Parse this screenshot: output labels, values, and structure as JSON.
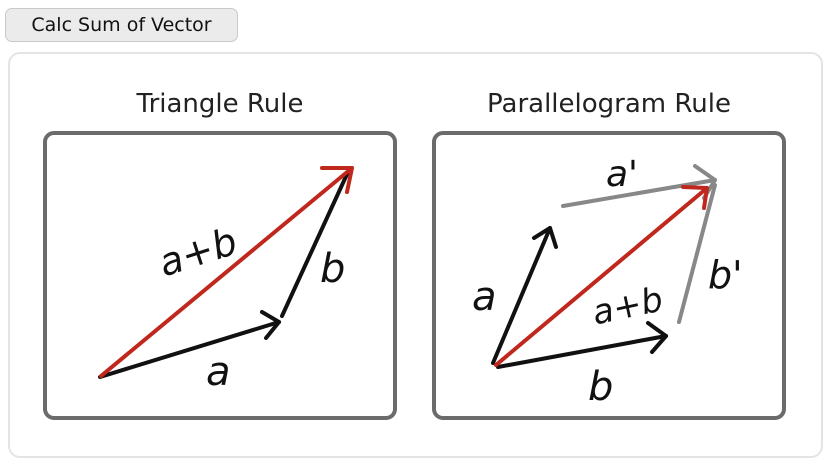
{
  "toolbar": {
    "calc_button_label": "Calc Sum of Vector"
  },
  "panels": {
    "triangle": {
      "title": "Triangle Rule",
      "labels": {
        "a": "a",
        "b": "b",
        "sum": "a+b"
      }
    },
    "parallelogram": {
      "title": "Parallelogram Rule",
      "labels": {
        "a": "a",
        "b": "b",
        "a_prime": "a'",
        "b_prime": "b'",
        "sum": "a+b"
      }
    }
  },
  "colors": {
    "vector": "#111111",
    "sum_vector": "#c0271d",
    "translated_vector": "#888888",
    "frame": "#6b6b6b"
  }
}
